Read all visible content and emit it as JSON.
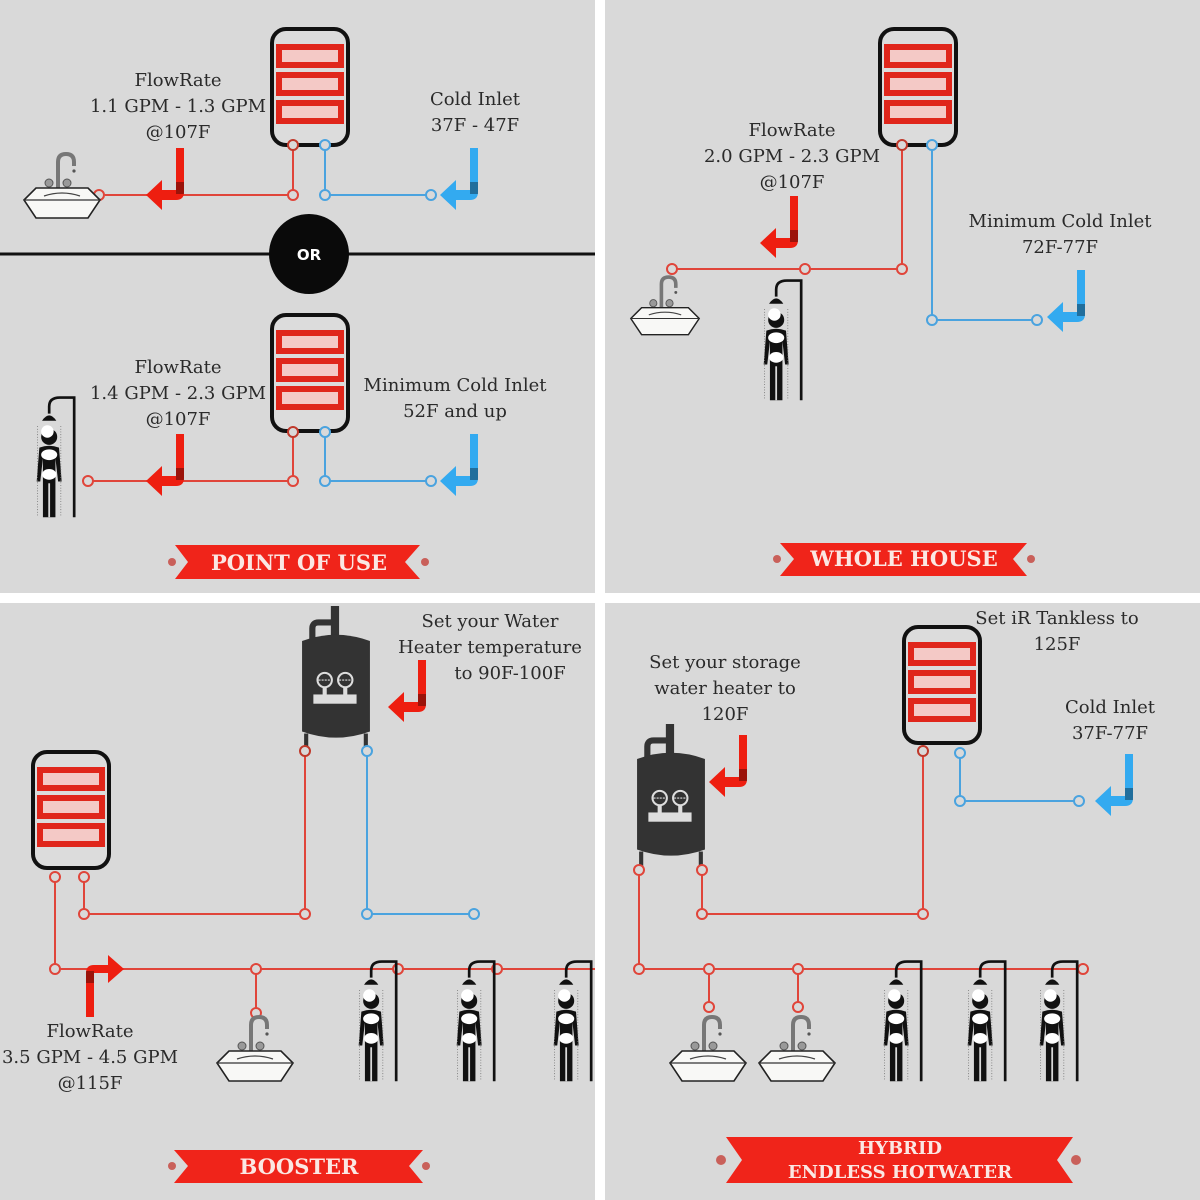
{
  "colors": {
    "background": "#d9d9d9",
    "hot_pipe": "#e0453a",
    "cold_pipe": "#4aa3df",
    "hot_arrow": "#ee1e10",
    "cold_arrow": "#33aaf0",
    "banner": "#f0241a",
    "tank": "#333333"
  },
  "panels": [
    {
      "id": "point-of-use",
      "banner": "POINT OF USE",
      "divider_label": "OR",
      "scenarios": [
        {
          "fixture": "sink",
          "flow_title": "FlowRate",
          "flow_range": "1.1 GPM - 1.3 GPM",
          "flow_temp": "@107F",
          "inlet_title": "Cold Inlet",
          "inlet_range": "37F - 47F"
        },
        {
          "fixture": "shower",
          "flow_title": "FlowRate",
          "flow_range": "1.4 GPM - 2.3 GPM",
          "flow_temp": "@107F",
          "inlet_title": "Minimum Cold Inlet",
          "inlet_range": "52F and up"
        }
      ]
    },
    {
      "id": "whole-house",
      "banner": "WHOLE HOUSE",
      "flow_title": "FlowRate",
      "flow_range": "2.0 GPM - 2.3 GPM",
      "flow_temp": "@107F",
      "inlet_title": "Minimum Cold Inlet",
      "inlet_range": "72F-77F",
      "fixtures": [
        "sink",
        "shower"
      ]
    },
    {
      "id": "booster",
      "banner": "BOOSTER",
      "tank_note_line1": "Set your Water",
      "tank_note_line2": "Heater temperature",
      "tank_note_line3": "to 90F-100F",
      "flow_title": "FlowRate",
      "flow_range": "3.5 GPM - 4.5 GPM",
      "flow_temp": "@115F",
      "fixtures": [
        "sink",
        "shower",
        "shower",
        "shower"
      ]
    },
    {
      "id": "hybrid",
      "banner_line1": "HYBRID",
      "banner_line2": "ENDLESS HOTWATER",
      "storage_note_line1": "Set your storage",
      "storage_note_line2": "water heater to",
      "storage_note_line3": "120F",
      "tankless_note_line1": "Set iR Tankless to",
      "tankless_note_line2": "125F",
      "inlet_title": "Cold Inlet",
      "inlet_range": "37F-77F",
      "fixtures": [
        "sink",
        "sink",
        "shower",
        "shower",
        "shower"
      ]
    }
  ]
}
